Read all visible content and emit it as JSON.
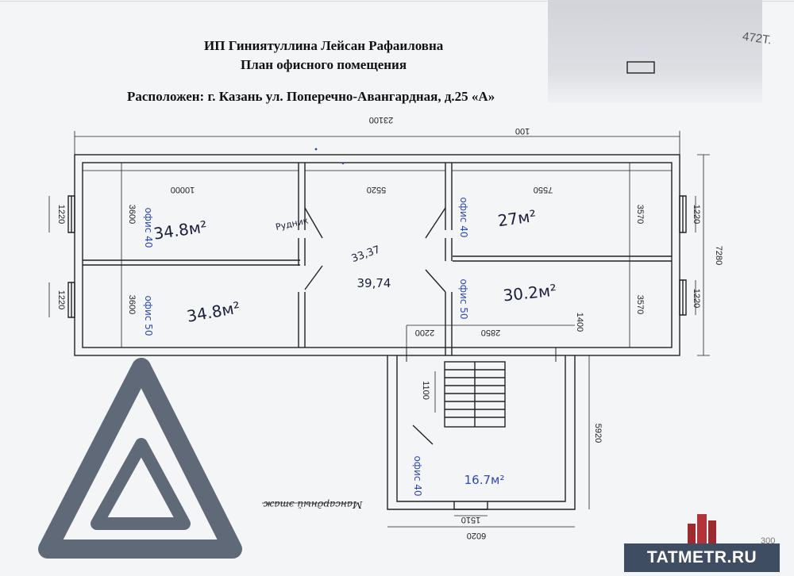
{
  "document": {
    "owner": "ИП Гиниятуллина Лейсан Рафаиловна",
    "title": "План офисного помещения",
    "address": "Расположен: г. Казань ул. Поперечно-Авангардная, д.25 «А»",
    "corner_note": "472Т.",
    "floor_label": "Мансардный этаж",
    "page_number": "300"
  },
  "dimensions": {
    "total_width": "23100",
    "top_mark": "100",
    "total_height": "7280",
    "left_room_width": "10000",
    "middle_width": "5520",
    "right_room_width": "7550",
    "left_upper_height": "3600",
    "left_lower_height": "3600",
    "right_upper_height": "3570",
    "right_lower_height": "3570",
    "window_l1": "1220",
    "window_l2": "1220",
    "window_r1": "1220",
    "window_r2": "1220",
    "stair_left": "2200",
    "stair_width": "2850",
    "stair_right": "1400",
    "stair_height": "1100",
    "annex_height": "5920",
    "annex_window": "1510",
    "annex_width": "6020"
  },
  "rooms": {
    "top_left_area": "34.8м²",
    "bottom_left_area": "34.8м²",
    "top_right_area": "27м²",
    "bottom_right_area": "30.2м²",
    "corridor_area": "39,74",
    "corridor_old": "33,37",
    "annex_area": "16.7м²",
    "office_label_1": "офис 40",
    "office_label_2": "офис 50",
    "office_label_3": "офис 40",
    "office_label_4": "офис 50",
    "office_label_5": "офис 40",
    "faint_note": "Рудник"
  },
  "watermark": {
    "brand": "TATMETR.RU"
  }
}
